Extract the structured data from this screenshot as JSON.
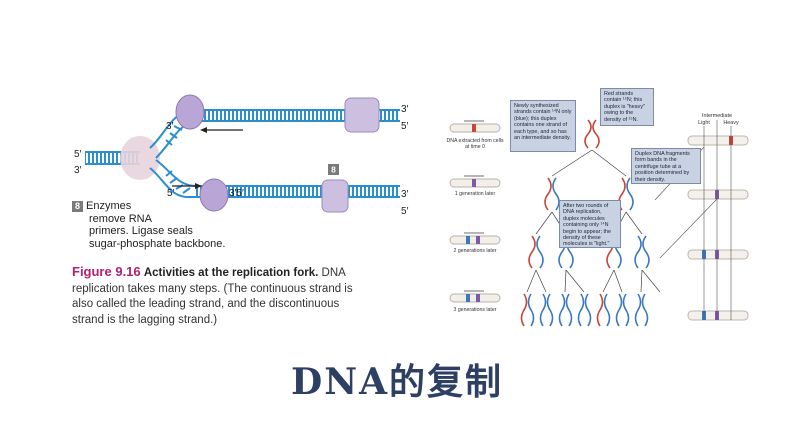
{
  "left": {
    "strand_labels": [
      "5′",
      "3′",
      "3′",
      "5′",
      "3′",
      "3′",
      "5′",
      "3′",
      "5′"
    ],
    "lagging_end_3": "3′",
    "leading_mid": "3′5′",
    "badge_top": "8",
    "step": {
      "number": "8",
      "lines": [
        "Enzymes",
        "remove RNA",
        "primers. Ligase seals",
        "sugar-phosphate backbone."
      ]
    },
    "caption": {
      "figure_no": "Figure 9.16",
      "figure_title": "Activities at the replication fork.",
      "body": "DNA replication takes many steps. (The continuous strand is also called the leading strand, and the discontinuous strand is the lagging strand.)"
    }
  },
  "right": {
    "notes": {
      "newly": "Newly synthesized strands contain ¹⁴N only (blue); this duplex contains one strand of each type, and so has an intermediate density.",
      "red": "Red strands contain ¹⁵N; this duplex is \"heavy\" owing to the density of ¹⁵N.",
      "duplex": "Duplex DNA fragments form bands in the centrifuge tube at a position determined by their density.",
      "after": "After two rounds of DNA replication, duplex molecules containing only ¹⁴N begin to appear; the density of these molecules is \"light.\""
    },
    "tube_labels": [
      "DNA extracted from cells at time 0",
      "1 generation later",
      "2 generations later",
      "3 generations later"
    ],
    "density": {
      "intermediate": "Intermediate",
      "light": "Light",
      "heavy": "Heavy"
    }
  },
  "title": "DNA的复制",
  "colors": {
    "strand": "#2a8fcf",
    "protein": "#b9a6d6",
    "heavy": "#c8453a",
    "light": "#3a78c2",
    "title": "#2d3f63"
  }
}
